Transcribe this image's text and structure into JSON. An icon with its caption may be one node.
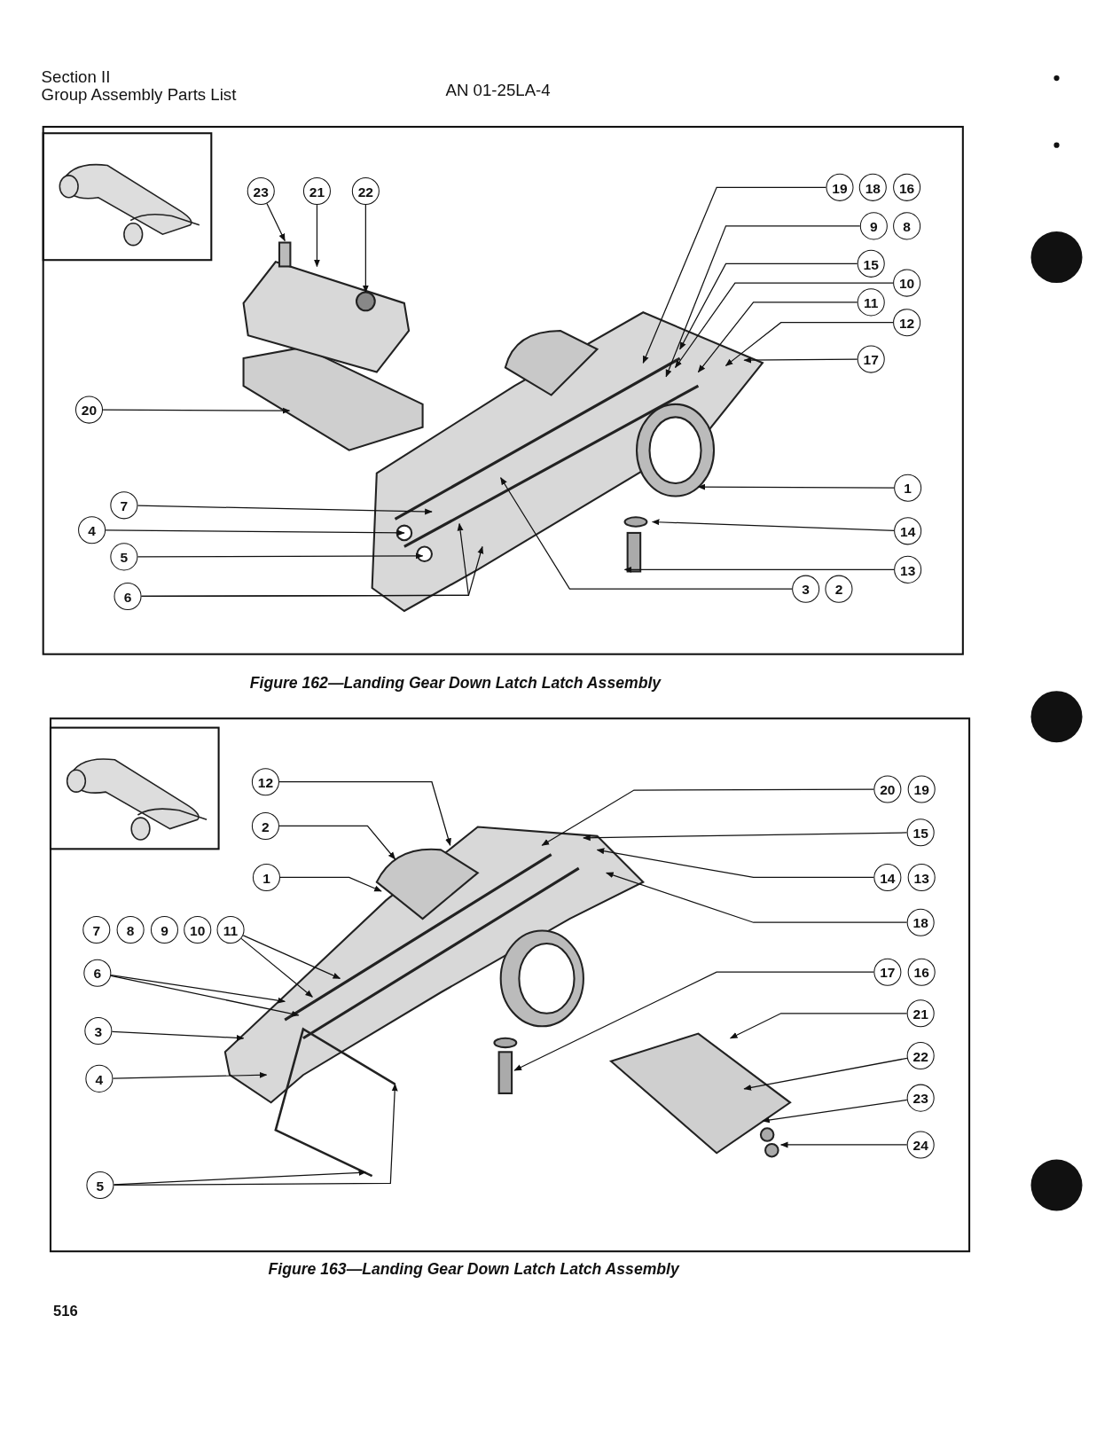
{
  "diagram": {
    "nodes": [
      {
        "text": [
          "23"
        ]
      },
      {
        "text": [
          "21"
        ]
      },
      {
        "text": [
          "22"
        ]
      },
      {
        "text": [
          "19"
        ]
      },
      {
        "text": [
          "18"
        ]
      },
      {
        "text": [
          "16"
        ]
      },
      {
        "text": [
          "9"
        ]
      },
      {
        "text": [
          "8"
        ]
      },
      {
        "text": [
          "15"
        ]
      },
      {
        "text": [
          "10"
        ]
      },
      {
        "text": [
          "11"
        ]
      },
      {
        "text": [
          "12"
        ]
      },
      {
        "text": [
          "17"
        ]
      },
      {
        "text": [
          "20"
        ]
      },
      {
        "text": [
          "1"
        ]
      },
      {
        "text": [
          "7"
        ]
      },
      {
        "text": [
          "4"
        ]
      },
      {
        "text": [
          "14"
        ]
      },
      {
        "text": [
          "5"
        ]
      },
      {
        "text": [
          "13"
        ]
      },
      {
        "text": [
          "6"
        ]
      },
      {
        "text": [
          "3"
        ]
      },
      {
        "text": [
          "2"
        ]
      },
      {
        "text": [
          "12"
        ]
      },
      {
        "text": [
          "20"
        ]
      },
      {
        "text": [
          "19"
        ]
      },
      {
        "text": [
          "2"
        ]
      },
      {
        "text": [
          "15"
        ]
      },
      {
        "text": [
          "1"
        ]
      },
      {
        "text": [
          "14"
        ]
      },
      {
        "text": [
          "13"
        ]
      },
      {
        "text": [
          "18"
        ]
      },
      {
        "text": [
          "7"
        ]
      },
      {
        "text": [
          "8"
        ]
      },
      {
        "text": [
          "9"
        ]
      },
      {
        "text": [
          "10"
        ]
      },
      {
        "text": [
          "11"
        ]
      },
      {
        "text": [
          "17"
        ]
      },
      {
        "text": [
          "16"
        ]
      },
      {
        "text": [
          "6"
        ]
      },
      {
        "text": [
          "21"
        ]
      },
      {
        "text": [
          "3"
        ]
      },
      {
        "text": [
          "22"
        ]
      },
      {
        "text": [
          "4"
        ]
      },
      {
        "text": [
          "23"
        ]
      },
      {
        "text": [
          "24"
        ]
      },
      {
        "text": [
          "5"
        ]
      }
    ],
    "edges": [
      {
        "from": 0,
        "to": null,
        "arrow": "to"
      },
      {
        "from": 1,
        "to": null,
        "arrow": "to"
      },
      {
        "from": 2,
        "to": null,
        "arrow": "to"
      },
      {
        "from": 3,
        "to": null,
        "arrow": "to"
      },
      {
        "from": 6,
        "to": null,
        "arrow": "to"
      },
      {
        "from": 8,
        "to": null,
        "arrow": "to"
      },
      {
        "from": 9,
        "to": null,
        "arrow": "to"
      },
      {
        "from": 10,
        "to": null,
        "arrow": "to"
      },
      {
        "from": 11,
        "to": null,
        "arrow": "to"
      },
      {
        "from": 12,
        "to": null,
        "arrow": "to"
      },
      {
        "from": 13,
        "to": null,
        "arrow": "to"
      },
      {
        "from": 14,
        "to": null,
        "arrow": "to"
      },
      {
        "from": 15,
        "to": null,
        "arrow": "to"
      },
      {
        "from": 16,
        "to": null,
        "arrow": "to"
      },
      {
        "from": 17,
        "to": null,
        "arrow": "to"
      },
      {
        "from": 18,
        "to": null,
        "arrow": "to"
      },
      {
        "from": 19,
        "to": null,
        "arrow": "to"
      },
      {
        "from": 20,
        "to": null,
        "arrow": "to"
      },
      {
        "from": 20,
        "to": null,
        "arrow": "to"
      },
      {
        "from": 21,
        "to": null,
        "arrow": "to"
      },
      {
        "from": 23,
        "to": null,
        "arrow": "to"
      },
      {
        "from": 24,
        "to": null,
        "arrow": "to"
      },
      {
        "from": 26,
        "to": null,
        "arrow": "to"
      },
      {
        "from": 27,
        "to": null,
        "arrow": "to"
      },
      {
        "from": 28,
        "to": null,
        "arrow": "to"
      },
      {
        "from": 29,
        "to": null,
        "arrow": "to"
      },
      {
        "from": 31,
        "to": null,
        "arrow": "to"
      },
      {
        "from": 36,
        "to": null,
        "arrow": "to"
      },
      {
        "from": 36,
        "to": null,
        "arrow": "to"
      },
      {
        "from": 37,
        "to": null,
        "arrow": "to"
      },
      {
        "from": 39,
        "to": null,
        "arrow": "to"
      },
      {
        "from": 39,
        "to": null,
        "arrow": "to"
      },
      {
        "from": 40,
        "to": null,
        "arrow": "to"
      },
      {
        "from": 41,
        "to": null,
        "arrow": "to"
      },
      {
        "from": 42,
        "to": null,
        "arrow": "to"
      },
      {
        "from": 43,
        "to": null,
        "arrow": "to"
      },
      {
        "from": 44,
        "to": null,
        "arrow": "to"
      },
      {
        "from": 45,
        "to": null,
        "arrow": "to"
      },
      {
        "from": 46,
        "to": null,
        "arrow": "to"
      },
      {
        "from": 46,
        "to": null,
        "arrow": "to"
      }
    ],
    "labels": [
      "Section II",
      "Group Assembly Parts List",
      "AN 01-25LA-4",
      "Figure 162—Landing Gear Down Latch Latch Assembly",
      "Figure 163—Landing Gear Down Latch Latch Assembly",
      "516"
    ]
  }
}
